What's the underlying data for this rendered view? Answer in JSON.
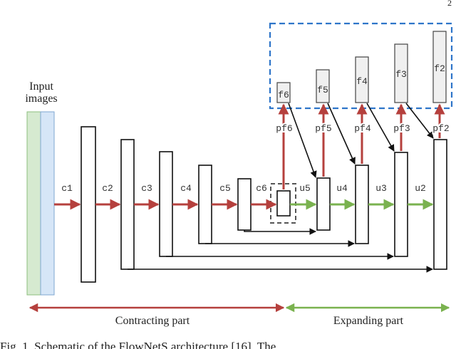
{
  "figure": {
    "input_label_line1": "Input",
    "input_label_line2": "images",
    "encoder_labels": [
      "c1",
      "c2",
      "c3",
      "c4",
      "c5",
      "c6"
    ],
    "decoder_labels": [
      "u5",
      "u4",
      "u3",
      "u2"
    ],
    "prediction_labels": [
      "pf6",
      "pf5",
      "pf4",
      "pf3",
      "pf2"
    ],
    "flow_labels": [
      "f6",
      "f5",
      "f4",
      "f3",
      "f2"
    ],
    "contracting_label": "Contracting part",
    "expanding_label": "Expanding part",
    "caption_fragment": "Fig. 1. Schematic of the FlowNetS architecture [16]. The",
    "page_corner_mark": "2"
  },
  "colors": {
    "contracting_arrow": "#b5403d",
    "expanding_arrow": "#7ab24f",
    "input_green": "#d6ead0",
    "input_blue": "#d6e6f7",
    "dashed_blue": "#2e75c9",
    "skip_arrow": "#111111"
  },
  "icons": {
    "arrows": "svg-arrowheads",
    "dashed_regions": "dashed-rectangles"
  }
}
